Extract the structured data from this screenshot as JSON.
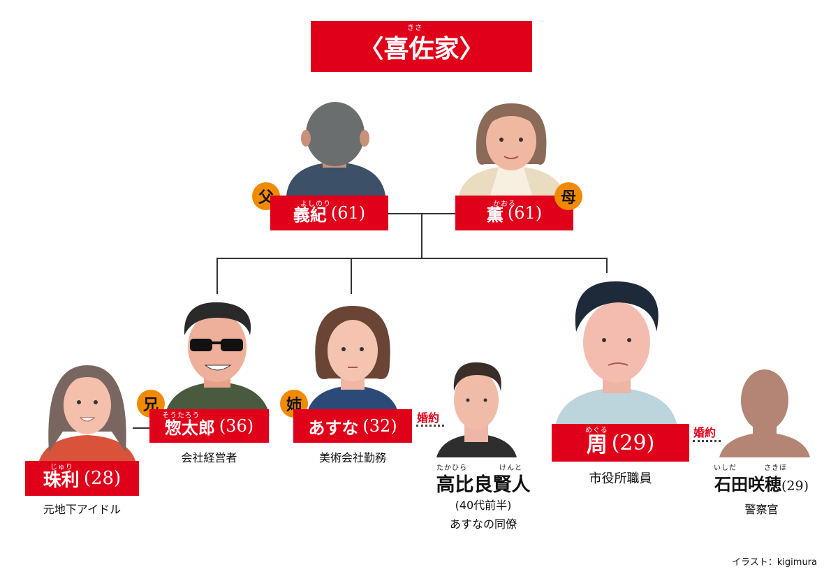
{
  "title": {
    "text": "〈喜佐家〉",
    "ruby": "きさ"
  },
  "father": {
    "badge": "父",
    "ruby": "よしのり",
    "name": "義紀",
    "age": "(61)"
  },
  "mother": {
    "badge": "母",
    "ruby": "かおる",
    "name": "薫",
    "age": "(61)"
  },
  "brother": {
    "badge": "兄",
    "ruby": "そうたろう",
    "name": "惣太郎",
    "age": "(36)",
    "role": "会社経営者"
  },
  "sister": {
    "badge": "姉",
    "name": "あすな",
    "age": "(32)",
    "role": "美術会社勤務"
  },
  "amane": {
    "ruby": "めぐる",
    "name": "周",
    "age": "(29)",
    "role": "市役所職員"
  },
  "juri": {
    "ruby": "じゅり",
    "name": "珠利",
    "age": "(28)",
    "role": "元地下アイドル"
  },
  "takahira": {
    "ruby_family": "たかひら",
    "ruby_given": "けんと",
    "name": "高比良賢人",
    "age": "(40代前半)",
    "role": "あすなの同僚"
  },
  "ishida": {
    "ruby_family": "いしだ",
    "ruby_given": "さきほ",
    "name": "石田咲穂",
    "age": "(29)",
    "role": "警察官"
  },
  "engagement_label": "婚約",
  "credit": "イラスト：kigimura",
  "colors": {
    "accent_red": "#e0001a",
    "badge_orange": "#f08a00"
  }
}
